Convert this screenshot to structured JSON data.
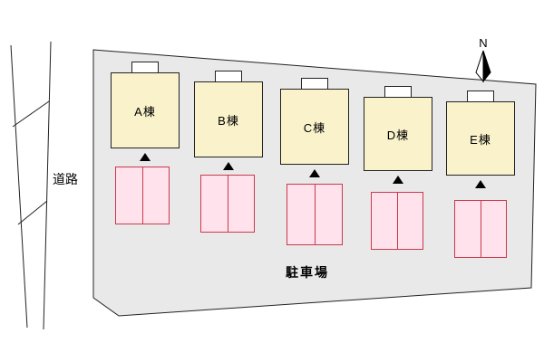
{
  "diagram": {
    "kind": "site-plan",
    "road": {
      "label": "道路"
    },
    "parking_area": {
      "label": "駐車場"
    },
    "compass": {
      "label": "N"
    },
    "buildings": [
      {
        "label": "A棟"
      },
      {
        "label": "B棟"
      },
      {
        "label": "C棟"
      },
      {
        "label": "D棟"
      },
      {
        "label": "E棟"
      }
    ],
    "parking_blocks": [
      {
        "stalls": 2
      },
      {
        "stalls": 2
      },
      {
        "stalls": 2
      },
      {
        "stalls": 2
      },
      {
        "stalls": 2
      }
    ],
    "colors": {
      "site_fill": "#e9e9e9",
      "building_fill": "#f9f2cb",
      "parking_fill": "#ffe2ec",
      "parking_border": "#c93a4e",
      "outline": "#000000"
    }
  }
}
